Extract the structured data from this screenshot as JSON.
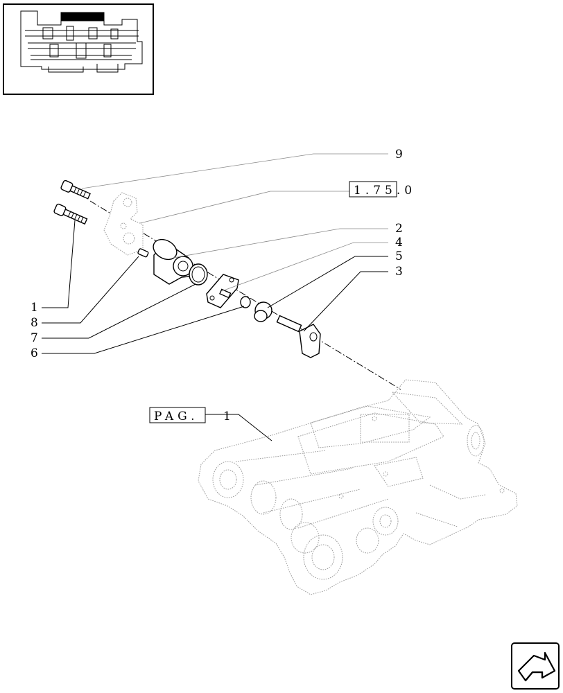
{
  "callouts": {
    "c1": "1",
    "c2": "2",
    "c3": "3",
    "c4": "4",
    "c5": "5",
    "c6": "6",
    "c7": "7",
    "c8": "8",
    "c9": "9"
  },
  "references": {
    "section_ref": "1.75.0",
    "page_ref_label": "PAG.",
    "page_ref_number": "1"
  },
  "icons": {
    "thumbnail": "transmission-thumbnail",
    "nav": "next-page-arrow-icon"
  }
}
